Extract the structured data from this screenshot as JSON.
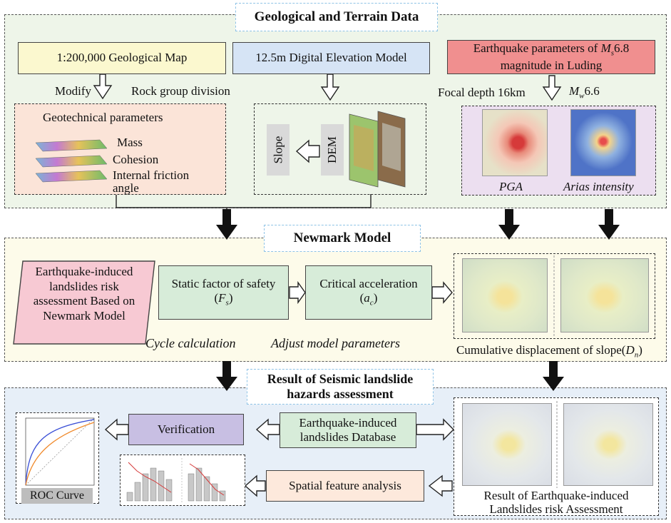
{
  "sections": {
    "geo_title": "Geological and Terrain Data",
    "newmark_title": "Newmark Model",
    "result_title": "Result of Seismic landslide hazards assessment"
  },
  "geo": {
    "geological_map": "1:200,000 Geological Map",
    "modify": "Modify",
    "rock_group": "Rock group division",
    "geotech_title": "Geotechnical parameters",
    "mass": "Mass",
    "cohesion": "Cohesion",
    "friction": "Internal friction angle",
    "dem_box": "12.5m Digital Elevation Model",
    "slope": "Slope",
    "dem": "DEM",
    "eq_params_pre": "Earthquake parameters of ",
    "eq_params_ms": "M",
    "eq_params_ms_sub": "s",
    "eq_params_post": "6.8 magnitude in Luding",
    "focal_depth": "Focal depth 16km",
    "mw": "M",
    "mw_sub": "w",
    "mw_val": "6.6",
    "pga": "PGA",
    "arias": "Arias intensity"
  },
  "newmark": {
    "eq_risk": "Earthquake-induced landslides risk assessment Based on Newmark Model",
    "static_label": "Static factor of safety",
    "static_sym": "F",
    "static_sub": "s",
    "critical_label": "Critical acceleration",
    "critical_sym": "a",
    "critical_sub": "c",
    "cycle": "Cycle calculation",
    "adjust": "Adjust model parameters",
    "cumulative": "Cumulative displacement of slope(",
    "cumulative_sym": "D",
    "cumulative_sub": "n",
    "cumulative_end": ")"
  },
  "result": {
    "verification": "Verification",
    "database": "Earthquake-induced landslides Database",
    "spatial": "Spatial feature analysis",
    "roc": "ROC Curve",
    "risk_result": "Result of Earthquake-induced Landslides risk Assessment"
  },
  "colors": {
    "geo_bg": "#eef5e9",
    "newmark_bg": "#fdfbea",
    "result_bg": "#e7eff8",
    "yellow_box": "#fbf8cf",
    "blue_box": "#d6e4f5",
    "red_box": "#f08f8f",
    "geotech_bg": "#fbe4d8",
    "pink_box": "#f7c9d3",
    "green_box": "#d7ecd9",
    "purple_box": "#c8bfe3",
    "peach_box": "#fde9dc"
  }
}
